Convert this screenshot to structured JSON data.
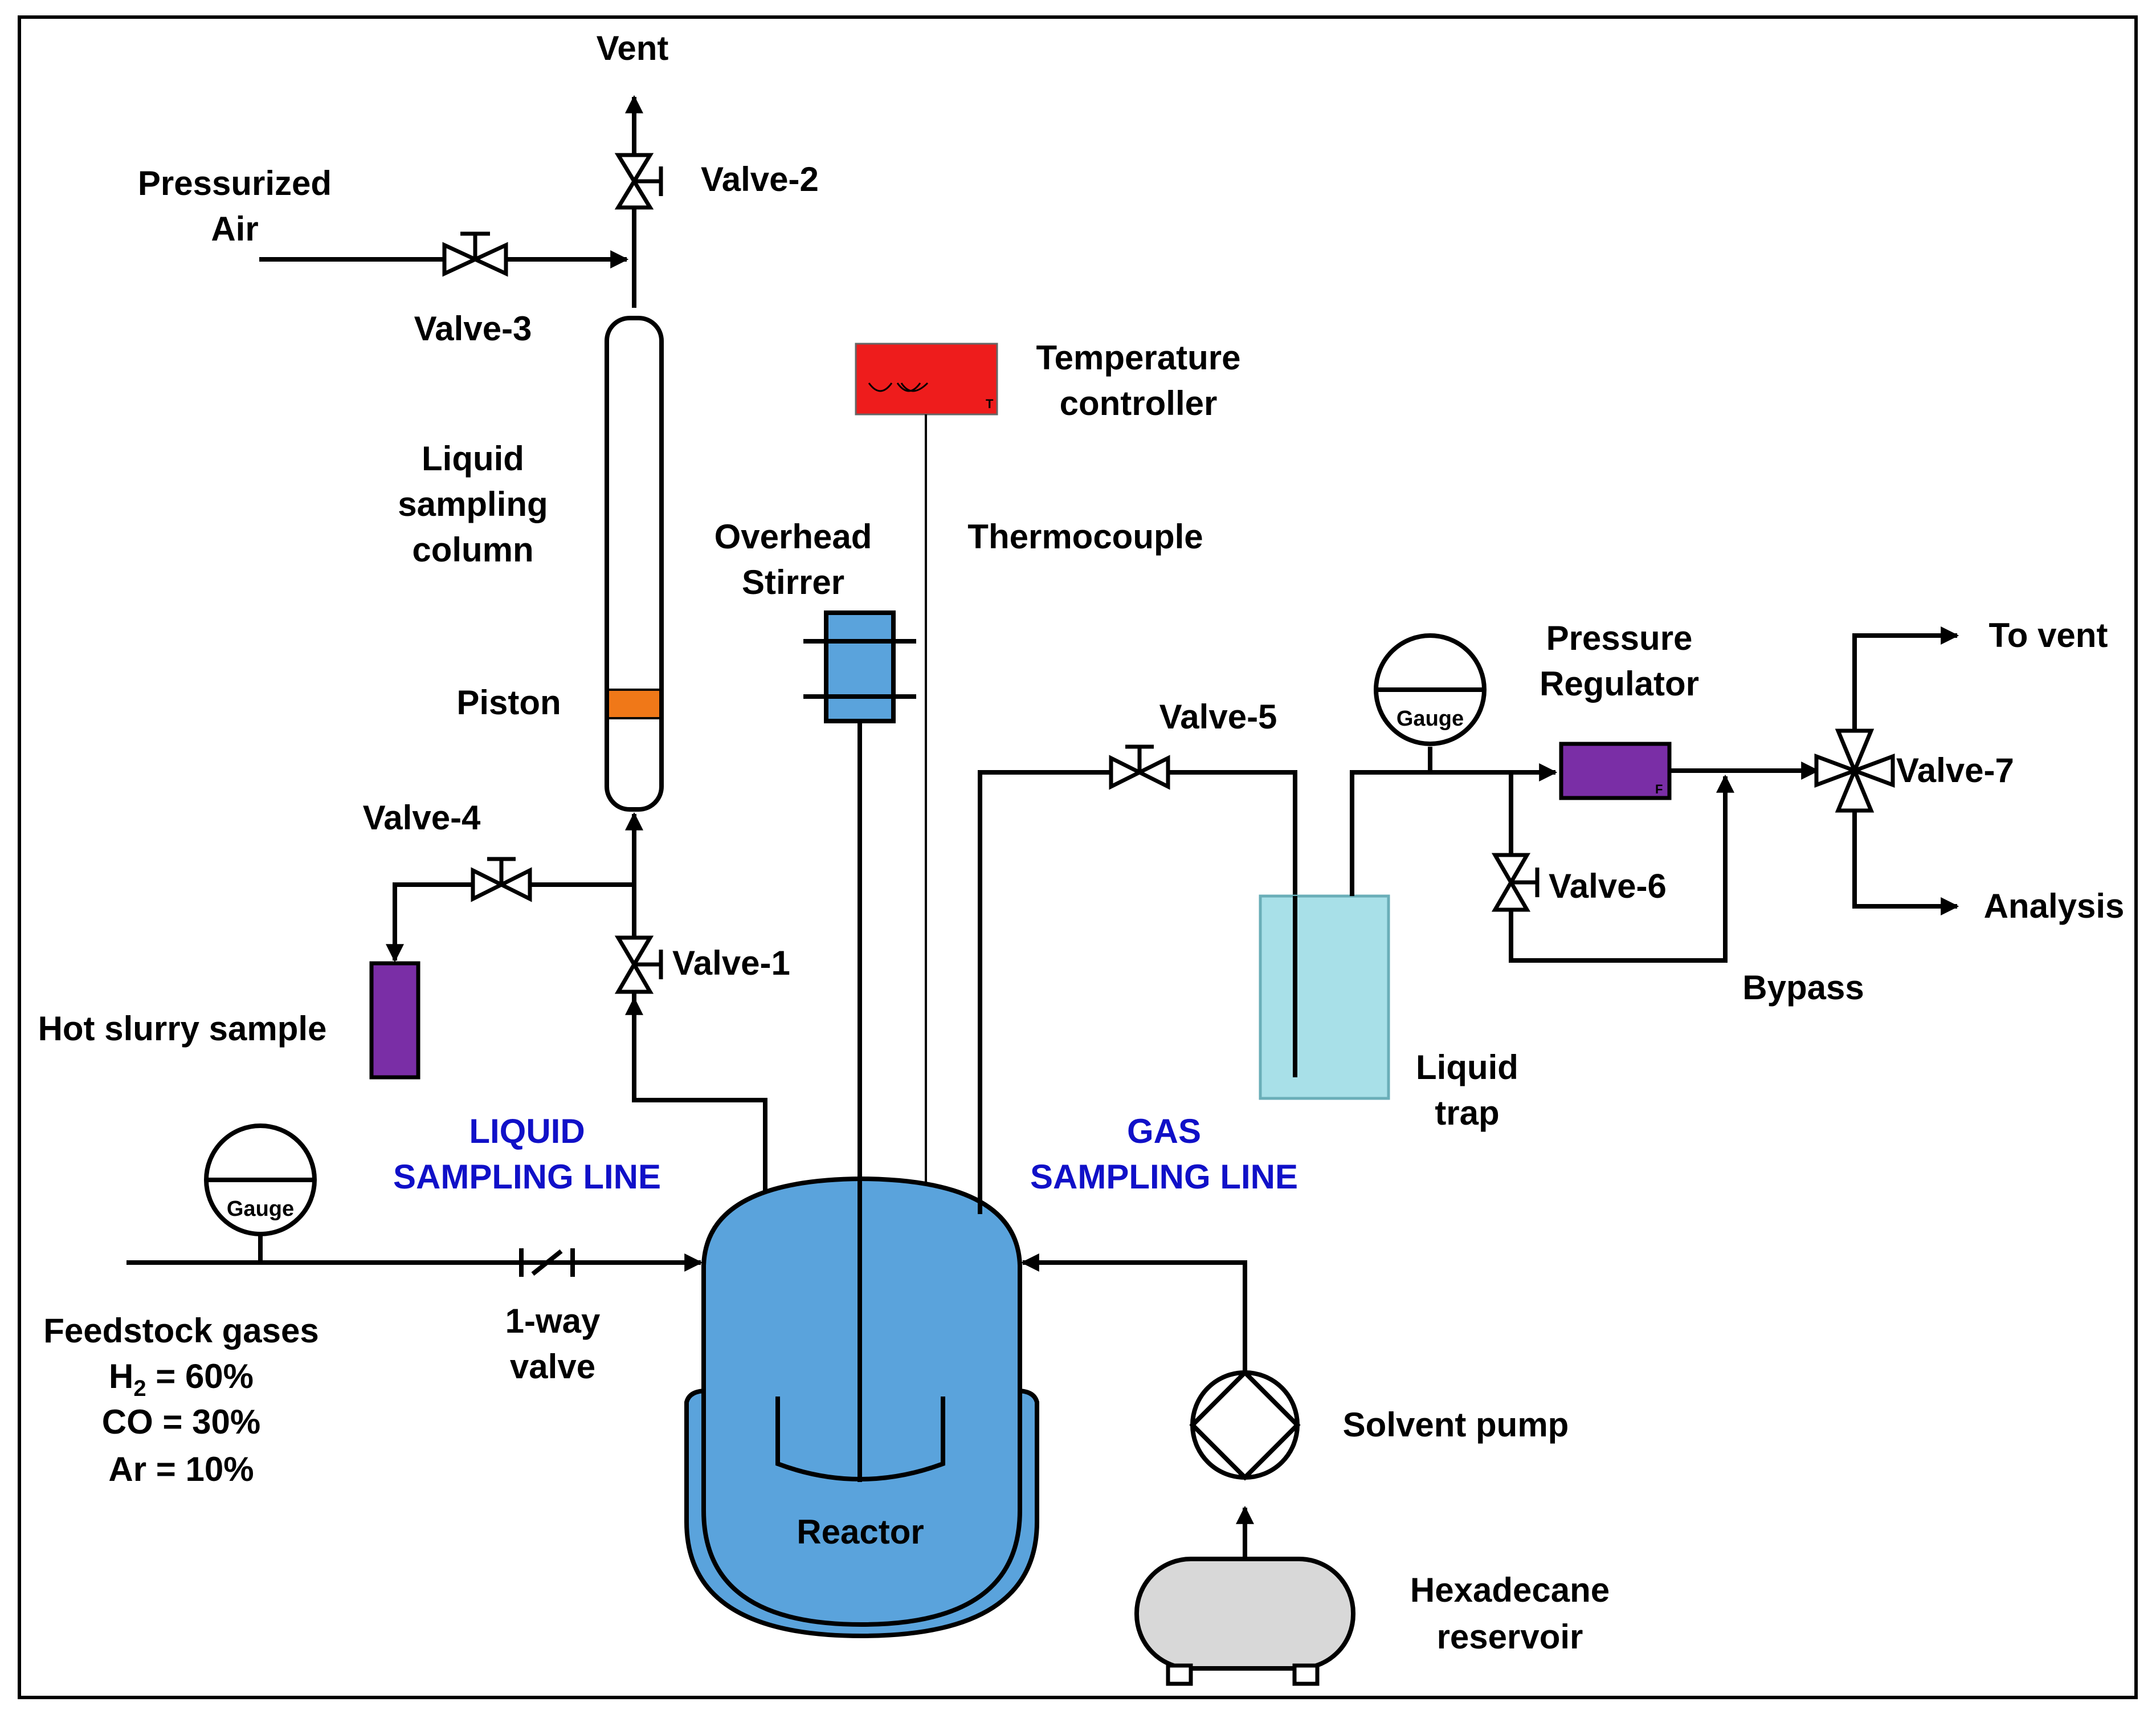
{
  "labels": {
    "vent": "Vent",
    "valve2": "Valve-2",
    "pressurized_air_1": "Pressurized",
    "pressurized_air_2": "Air",
    "valve3": "Valve-3",
    "temp_controller_1": "Temperature",
    "temp_controller_2": "controller",
    "liquid_col_1": "Liquid",
    "liquid_col_2": "sampling",
    "liquid_col_3": "column",
    "overhead_1": "Overhead",
    "overhead_2": "Stirrer",
    "thermocouple": "Thermocouple",
    "piston": "Piston",
    "valve4": "Valve-4",
    "valve1": "Valve-1",
    "hot_slurry": "Hot slurry sample",
    "liquid_line_1": "LIQUID",
    "liquid_line_2": "SAMPLING LINE",
    "gas_line_1": "GAS",
    "gas_line_2": "SAMPLING LINE",
    "valve5": "Valve-5",
    "pressure_reg_1": "Pressure",
    "pressure_reg_2": "Regulator",
    "to_vent": "To vent",
    "valve7": "Valve-7",
    "valve6": "Valve-6",
    "analysis": "Analysis",
    "bypass": "Bypass",
    "liquid_trap_1": "Liquid",
    "liquid_trap_2": "trap",
    "gauge": "Gauge",
    "feedstock": "Feedstock gases",
    "h2_prefix": "H",
    "h2_sub": "2",
    "h2_value": " = 60%",
    "co": "CO = 30%",
    "ar": "Ar = 10%",
    "oneway_1": "1-way",
    "oneway_2": "valve",
    "reactor": "Reactor",
    "solvent_pump": "Solvent pump",
    "hexadecane_1": "Hexadecane",
    "hexadecane_2": "reservoir",
    "regulator_mark": "F",
    "controller_mark": "T"
  },
  "colors": {
    "reactor_fill": "#5aa3dc",
    "controller_fill": "#ee1c1c",
    "piston_fill": "#f07818",
    "sample_fill": "#7a2ea6",
    "regulator_fill": "#7a2ea6",
    "trap_fill": "#a8e0e8",
    "reservoir_fill": "#d8d8d8",
    "stirrer_motor_fill": "#5aa3dc",
    "blue_text": "#1010c8"
  },
  "icons": {
    "valve": "bowtie-valve",
    "check_valve": "check-valve",
    "gauge": "pressure-gauge",
    "pump": "diamond-pump"
  }
}
